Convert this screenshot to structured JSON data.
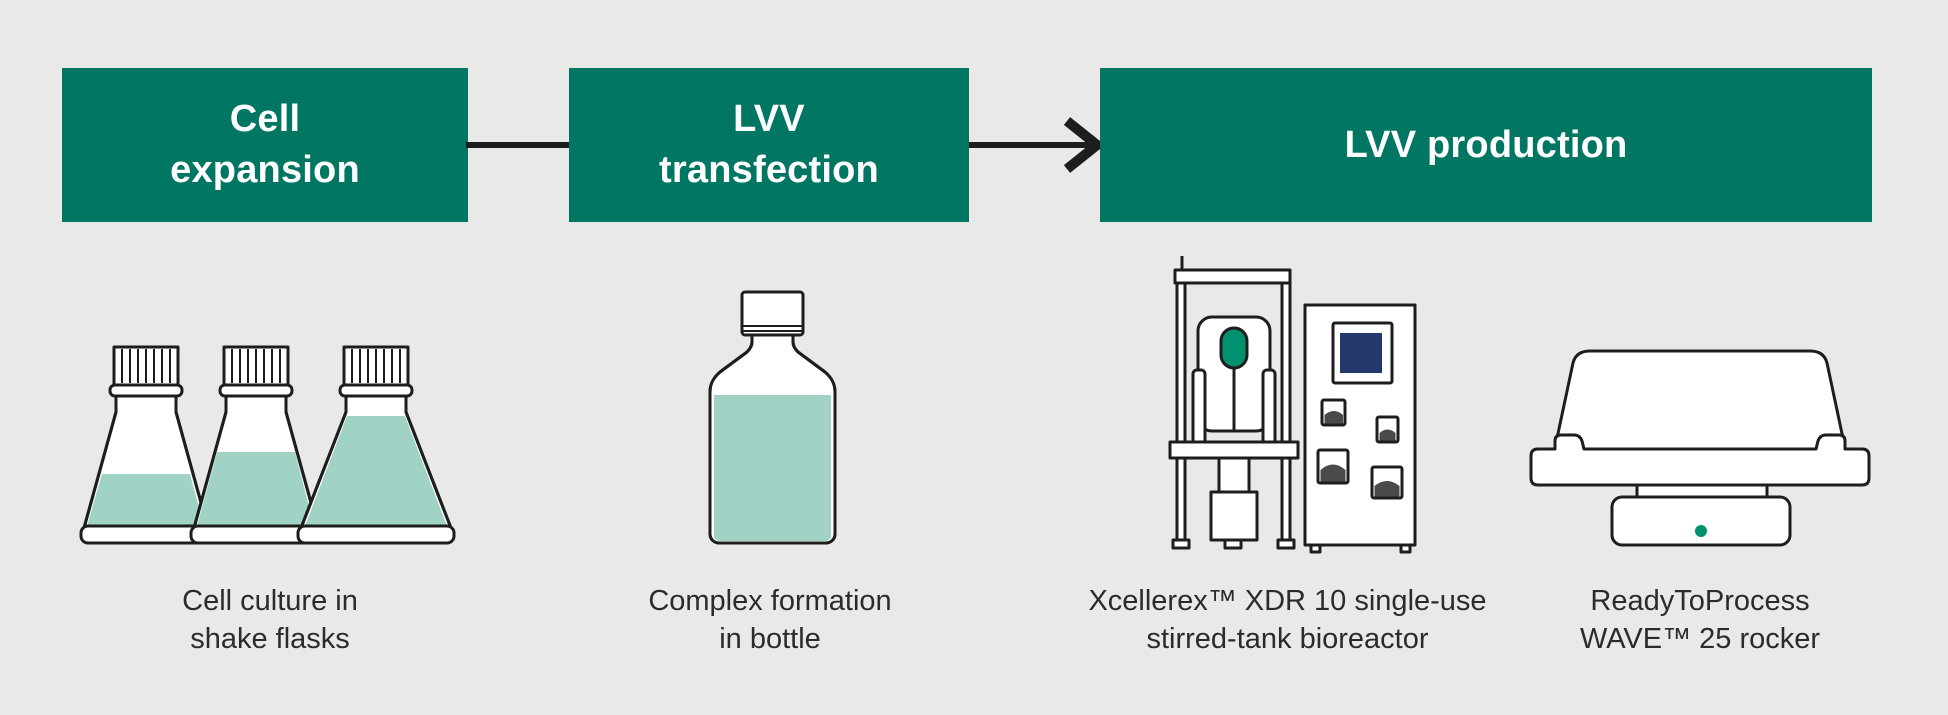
{
  "header": {
    "steps": [
      {
        "id": "cell-expansion",
        "lines": [
          "Cell",
          "expansion"
        ]
      },
      {
        "id": "lvv-transfection",
        "lines": [
          "LVV",
          "transfection"
        ]
      },
      {
        "id": "lvv-production",
        "lines": [
          "LVV production"
        ]
      }
    ],
    "connectors": [
      {
        "from": "cell-expansion",
        "to": "lvv-transfection",
        "style": "plain-line"
      },
      {
        "from": "lvv-transfection",
        "to": "lvv-production",
        "style": "arrow"
      }
    ]
  },
  "stations": [
    {
      "id": "shake-flasks",
      "icon": "erlenmeyer-flasks-icon",
      "caption_lines": [
        "Cell culture in",
        "shake flasks"
      ]
    },
    {
      "id": "bottle",
      "icon": "bottle-icon",
      "caption_lines": [
        "Complex formation",
        "in bottle"
      ]
    },
    {
      "id": "bioreactor",
      "icon": "stirred-tank-bioreactor-icon",
      "caption_lines": [
        "Xcellerex™ XDR 10 single-use",
        "stirred-tank bioreactor"
      ]
    },
    {
      "id": "wave-rocker",
      "icon": "wave-rocker-icon",
      "caption_lines": [
        "ReadyToProcess",
        "WAVE™ 25 rocker"
      ]
    }
  ],
  "palette": {
    "background": "#e9e9e7",
    "box_green": "#007663",
    "liquid_teal": "#a0d3c5",
    "accent_green": "#00916f",
    "screen_navy": "#24396b",
    "gauge_gray": "#4a4a4b",
    "outline": "#1d1d1b",
    "text": "#2b2b2b"
  }
}
